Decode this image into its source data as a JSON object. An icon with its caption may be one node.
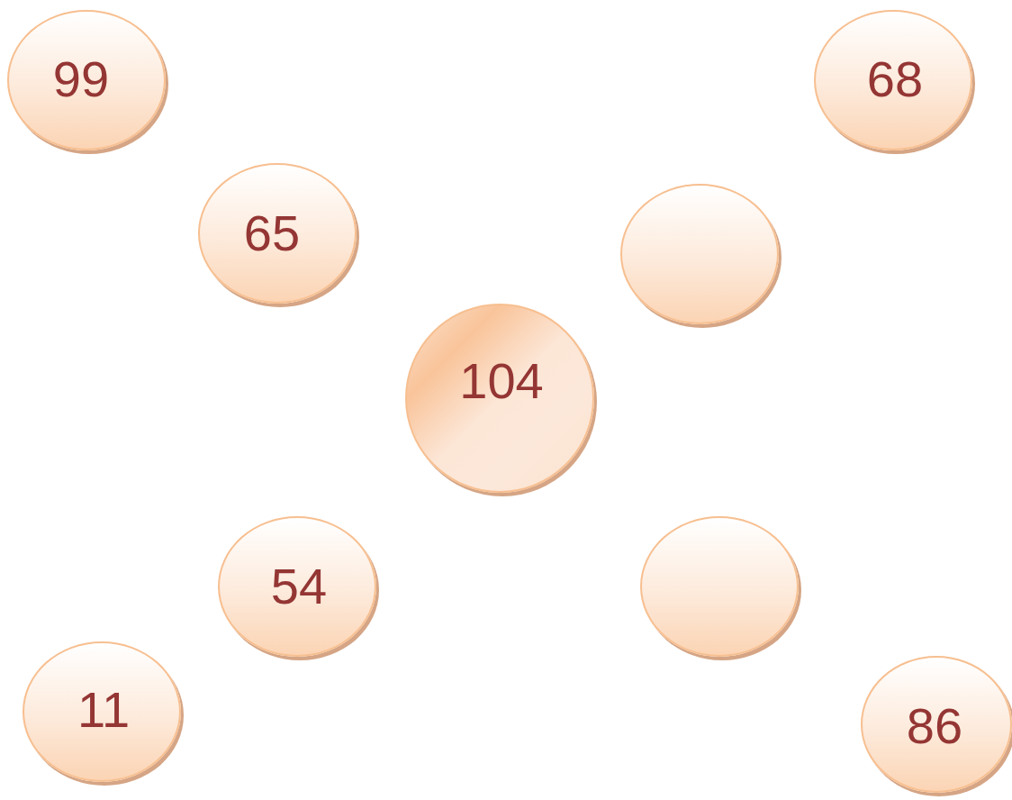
{
  "diagram": {
    "nodes": [
      {
        "text": [
          "99"
        ]
      },
      {
        "text": [
          "68"
        ]
      },
      {
        "text": [
          "65"
        ]
      },
      {
        "text": [],
        "shape": "circle"
      },
      {
        "text": [
          "104"
        ]
      },
      {
        "text": [
          "54"
        ]
      },
      {
        "text": [],
        "shape": "circle"
      },
      {
        "text": [
          "11"
        ]
      },
      {
        "text": [
          "86"
        ]
      }
    ]
  }
}
